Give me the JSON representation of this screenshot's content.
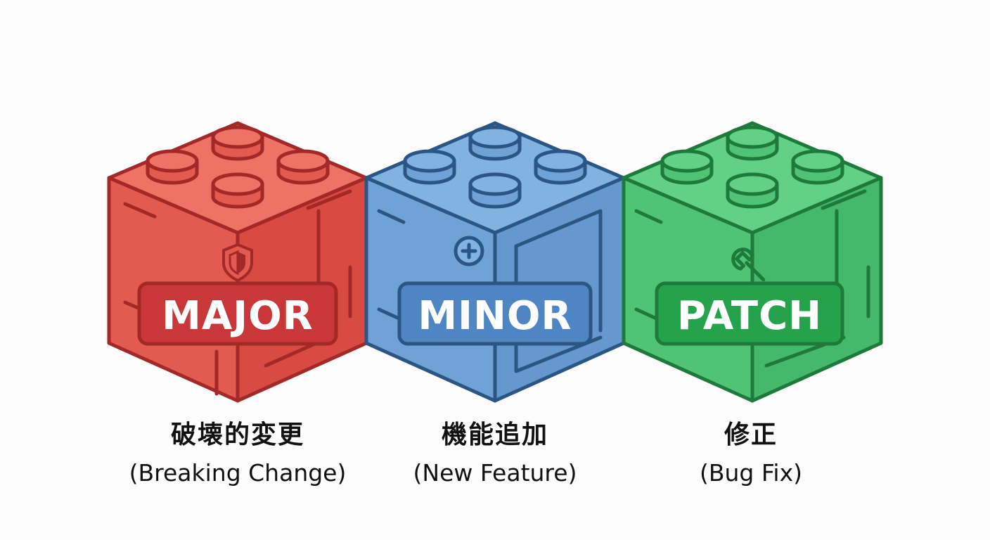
{
  "blocks": [
    {
      "id": "major",
      "badge": "MAJOR",
      "icon": "shield-icon",
      "caption_jp": "破壊的変更",
      "caption_en": "(Breaking Change)",
      "colors": {
        "fill": "#e35a50",
        "dark": "#a32828",
        "badge": "#c9373a"
      }
    },
    {
      "id": "minor",
      "badge": "MINOR",
      "icon": "plus-circle-icon",
      "caption_jp": "機能追加",
      "caption_en": "(New Feature)",
      "colors": {
        "fill": "#6fa3d8",
        "dark": "#2b5684",
        "badge": "#4e86c3"
      }
    },
    {
      "id": "patch",
      "badge": "PATCH",
      "icon": "wrench-icon",
      "caption_jp": "修正",
      "caption_en": "(Bug Fix)",
      "colors": {
        "fill": "#4fc475",
        "dark": "#1d7a3a",
        "badge": "#25a24c"
      }
    }
  ]
}
